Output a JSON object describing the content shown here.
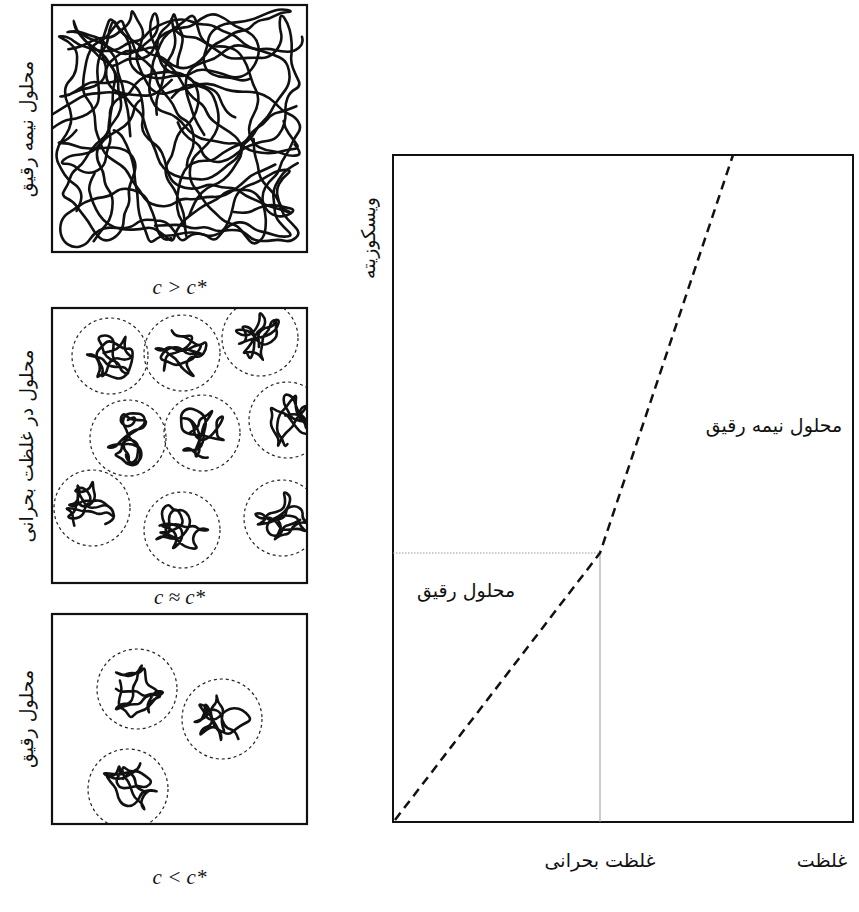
{
  "diagram": {
    "nodes": [
      {
        "text": [
          "محلول نیمه رقیق",
          "c > c*"
        ]
      },
      {
        "text": [
          "محلول در غلظت بحرانی",
          "c ≈ c*"
        ]
      },
      {
        "text": [
          "محلول رقیق",
          "c < c*"
        ]
      }
    ],
    "labels": [
      "ویسکوزیته",
      "محلول نیمه رقیق",
      "محلول رقیق",
      "غلظت بحرانی",
      "غلظت"
    ]
  }
}
